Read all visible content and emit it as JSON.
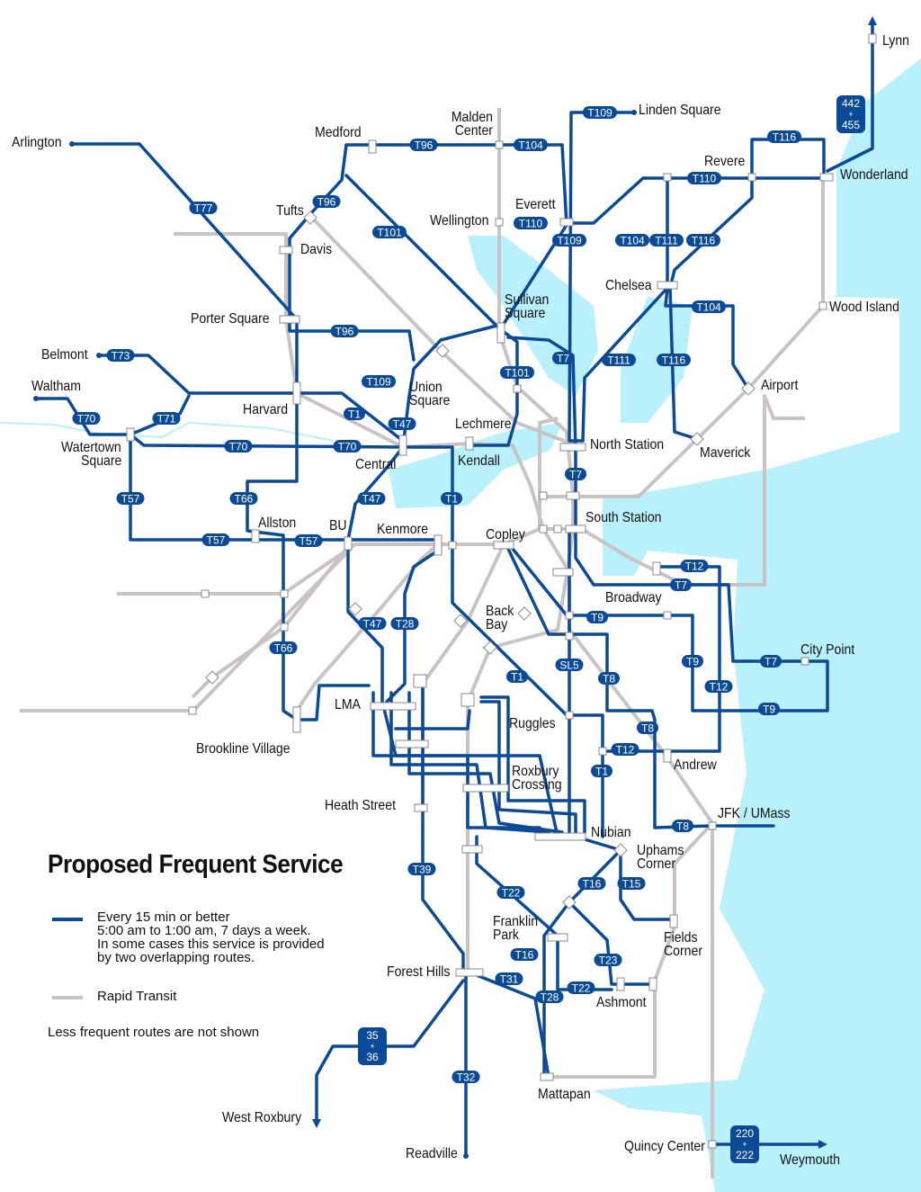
{
  "colors": {
    "route": "#0b4a96",
    "rapid_transit": "#c9c3c3",
    "water": "#b8f0fc",
    "station_fill": "#ffffff"
  },
  "legend": {
    "title": "Proposed Frequent Service",
    "frequent_lines": [
      "Every 15 min or better",
      "5:00 am to 1:00 am, 7 days a week.",
      "In some cases this service is provided",
      "by two overlapping routes."
    ],
    "rapid_transit": "Rapid Transit",
    "note": "Less frequent routes are not shown"
  },
  "stations": [
    {
      "lines": [
        "Lynn"
      ]
    },
    {
      "lines": [
        "Wonderland"
      ]
    },
    {
      "lines": [
        "Linden Square"
      ]
    },
    {
      "lines": [
        "Revere"
      ]
    },
    {
      "lines": [
        "Malden",
        "Center"
      ]
    },
    {
      "lines": [
        "Medford"
      ]
    },
    {
      "lines": [
        "Arlington"
      ]
    },
    {
      "lines": [
        "Tufts"
      ]
    },
    {
      "lines": [
        "Davis"
      ]
    },
    {
      "lines": [
        "Everett"
      ]
    },
    {
      "lines": [
        "Wellington"
      ]
    },
    {
      "lines": [
        "Chelsea"
      ]
    },
    {
      "lines": [
        "Wood Island"
      ]
    },
    {
      "lines": [
        "Porter Square"
      ]
    },
    {
      "lines": [
        "Sullivan",
        "Square"
      ]
    },
    {
      "lines": [
        "Belmont"
      ]
    },
    {
      "lines": [
        "Airport"
      ]
    },
    {
      "lines": [
        "Waltham"
      ]
    },
    {
      "lines": [
        "Harvard"
      ]
    },
    {
      "lines": [
        "Union",
        "Square"
      ]
    },
    {
      "lines": [
        "Lechmere"
      ]
    },
    {
      "lines": [
        "North Station"
      ]
    },
    {
      "lines": [
        "Maverick"
      ]
    },
    {
      "lines": [
        "Watertown",
        "Square"
      ]
    },
    {
      "lines": [
        "Central"
      ]
    },
    {
      "lines": [
        "Kendall"
      ]
    },
    {
      "lines": [
        "Allston"
      ]
    },
    {
      "lines": [
        "BU"
      ]
    },
    {
      "lines": [
        "Kenmore"
      ]
    },
    {
      "lines": [
        "Copley"
      ]
    },
    {
      "lines": [
        "South Station"
      ]
    },
    {
      "lines": [
        "Broadway"
      ]
    },
    {
      "lines": [
        "Back",
        "Bay"
      ]
    },
    {
      "lines": [
        "City Point"
      ]
    },
    {
      "lines": [
        "LMA"
      ]
    },
    {
      "lines": [
        "Ruggles"
      ]
    },
    {
      "lines": [
        "Brookline Village"
      ]
    },
    {
      "lines": [
        "Andrew"
      ]
    },
    {
      "lines": [
        "Roxbury",
        "Crossing"
      ]
    },
    {
      "lines": [
        "Heath Street"
      ]
    },
    {
      "lines": [
        "JFK / UMass"
      ]
    },
    {
      "lines": [
        "Nubian"
      ]
    },
    {
      "lines": [
        "Uphams",
        "Corner"
      ]
    },
    {
      "lines": [
        "Franklin",
        "Park"
      ]
    },
    {
      "lines": [
        "Fields",
        "Corner"
      ]
    },
    {
      "lines": [
        "Forest Hills"
      ]
    },
    {
      "lines": [
        "Ashmont"
      ]
    },
    {
      "lines": [
        "Mattapan"
      ]
    },
    {
      "lines": [
        "West Roxbury"
      ]
    },
    {
      "lines": [
        "Readville"
      ]
    },
    {
      "lines": [
        "Quincy Center"
      ]
    },
    {
      "lines": [
        "Weymouth"
      ]
    }
  ],
  "route_badges": [
    "T109",
    "T104",
    "T96",
    "T116",
    "T110",
    "T77",
    "T96",
    "T110",
    "T101",
    "T109",
    "T104",
    "T111",
    "T116",
    "T104",
    "T96",
    "T73",
    "T7",
    "T111",
    "T116",
    "T101",
    "T109",
    "T1",
    "T47",
    "T70",
    "T71",
    "T70",
    "T70",
    "T7",
    "T57",
    "T66",
    "T47",
    "T1",
    "T57",
    "T57",
    "T12",
    "T7",
    "T9",
    "T47",
    "T28",
    "T66",
    "SL5",
    "T9",
    "T7",
    "T1",
    "T8",
    "T12",
    "T9",
    "T8",
    "T12",
    "T1",
    "T8",
    "T39",
    "T22",
    "T16",
    "T15",
    "T16",
    "T23",
    "T31",
    "T22",
    "T28",
    "T32"
  ],
  "combined_badges": [
    {
      "lines": [
        "442",
        "+",
        "455"
      ]
    },
    {
      "lines": [
        "35",
        "+",
        "36"
      ]
    },
    {
      "lines": [
        "220",
        "+",
        "222"
      ]
    }
  ]
}
